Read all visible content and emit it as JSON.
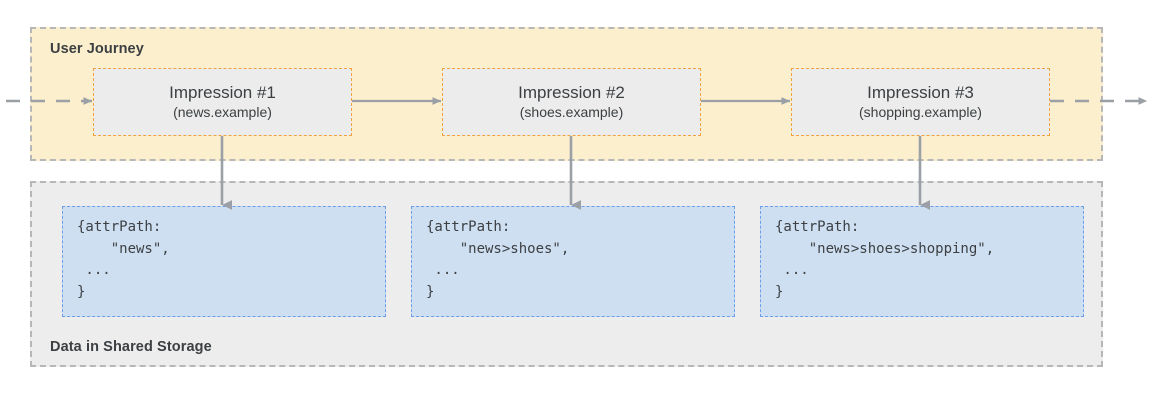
{
  "diagram": {
    "journey_panel": {
      "title": "User Journey",
      "background_color": "#fcefcd",
      "border_color": "#b7b7b7"
    },
    "storage_panel": {
      "title": "Data in Shared Storage",
      "background_color": "#ededed",
      "border_color": "#b7b7b7"
    },
    "impressions": [
      {
        "title": "Impression #1",
        "site": "(news.example)"
      },
      {
        "title": "Impression #2",
        "site": "(shoes.example)"
      },
      {
        "title": "Impression #3",
        "site": "(shopping.example)"
      }
    ],
    "code_blocks": [
      {
        "text": "{attrPath:\n    \"news\",\n ...\n}"
      },
      {
        "text": "{attrPath:\n    \"news>shoes\",\n ...\n}"
      },
      {
        "text": "{attrPath:\n    \"news>shoes>shopping\",\n ...\n}"
      }
    ],
    "colors": {
      "impression_fill": "#ececec",
      "impression_border": "#f0a33c",
      "code_fill": "#cfdff2",
      "code_border": "#6d9eeb",
      "arrow": "#9aa0a6",
      "text": "#3c4043"
    }
  }
}
